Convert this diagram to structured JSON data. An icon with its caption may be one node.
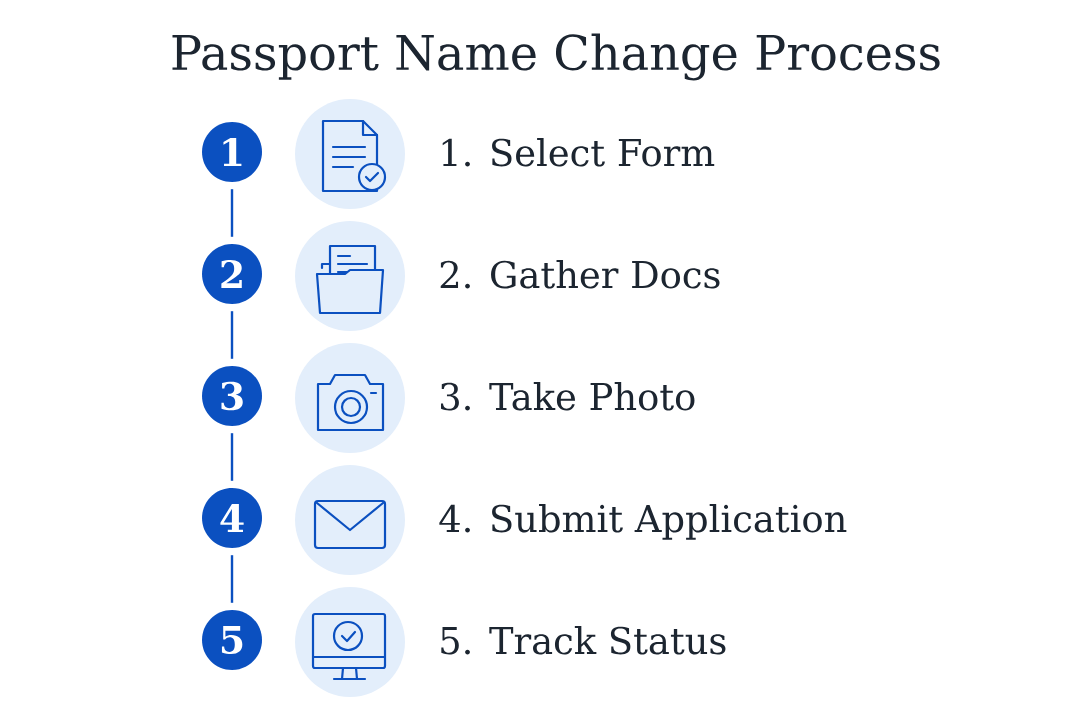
{
  "diagram": {
    "title": "Passport Name Change Process",
    "nodes": [
      {
        "text": [
          "1"
        ]
      },
      {
        "text": [
          "2"
        ]
      },
      {
        "text": [
          "3"
        ]
      },
      {
        "text": [
          "4"
        ]
      },
      {
        "text": [
          "5"
        ]
      },
      {
        "text": [],
        "shape": "picture",
        "beside": [
          "1. Select Form"
        ]
      },
      {
        "text": [],
        "shape": "picture",
        "beside": [
          "2. Gather Docs"
        ]
      },
      {
        "text": [],
        "shape": "picture",
        "beside": [
          "3. Take Photo"
        ]
      },
      {
        "text": [],
        "shape": "picture",
        "beside": [
          "4. Submit Application"
        ]
      },
      {
        "text": [],
        "shape": "picture",
        "beside": [
          "5. Track Status"
        ]
      }
    ],
    "edges": [
      {
        "from": 0,
        "to": 1,
        "arrow": "none"
      },
      {
        "from": 1,
        "to": 2,
        "arrow": "none"
      },
      {
        "from": 2,
        "to": 3,
        "arrow": "none"
      },
      {
        "from": 3,
        "to": 4,
        "arrow": "none"
      }
    ]
  }
}
